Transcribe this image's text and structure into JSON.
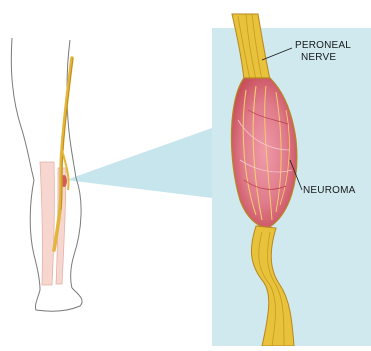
{
  "labels": {
    "peroneal_nerve_line1": "PERONEAL",
    "peroneal_nerve_line2": "NERVE",
    "neuroma": "NEUROMA"
  },
  "colors": {
    "zoom_background": "#cfe9ef",
    "zoom_beam": "#bde0ea",
    "nerve_yellow": "#e8c23a",
    "nerve_dark": "#b8861e",
    "neuroma_pink": "#e7889a",
    "neuroma_red": "#c9434f",
    "skin_outline": "#7a7a7a",
    "bone_fill": "#f6d6cf"
  }
}
